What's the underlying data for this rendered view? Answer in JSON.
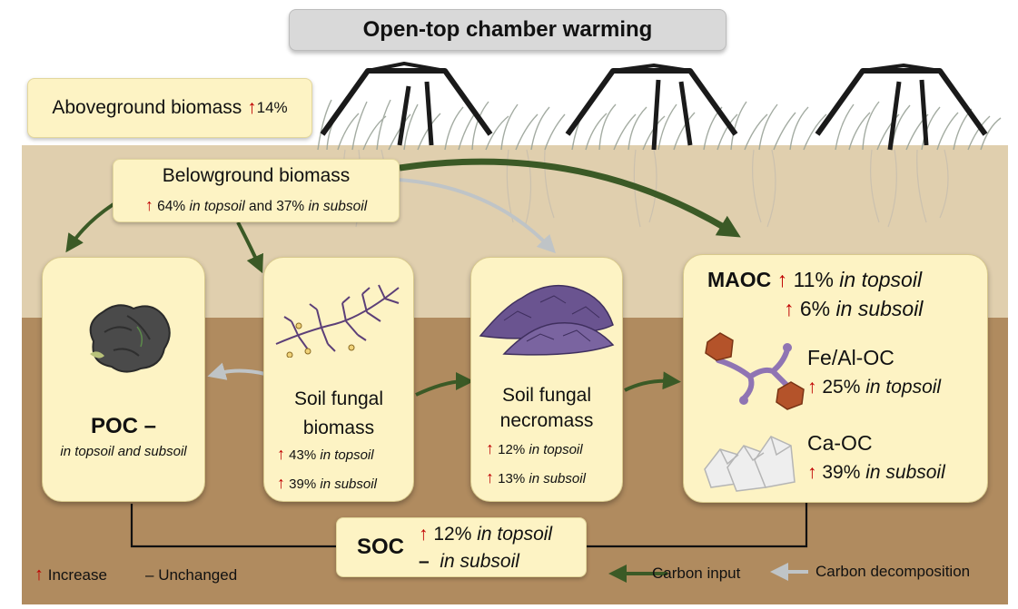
{
  "title": "Open-top chamber  warming",
  "aboveground": {
    "label": "Aboveground biomass",
    "arrow": "↑",
    "value": "14%"
  },
  "belowground": {
    "label": "Belowground biomass",
    "arrow": "↑",
    "top_value": "64%",
    "top_text": "in topsoil",
    "joiner": "and",
    "sub_value": "37%",
    "sub_text": "in subsoil"
  },
  "poc": {
    "name": "POC",
    "status": "–",
    "detail": "in topsoil and subsoil"
  },
  "fungal_biomass": {
    "line1": "Soil fungal",
    "line2": "biomass",
    "rows": [
      {
        "arrow": "↑",
        "value": "43%",
        "text": "in topsoil"
      },
      {
        "arrow": "↑",
        "value": "39%",
        "text": "in subsoil"
      }
    ]
  },
  "fungal_necromass": {
    "line1": "Soil fungal",
    "line2": "necromass",
    "rows": [
      {
        "arrow": "↑",
        "value": "12%",
        "text": "in topsoil"
      },
      {
        "arrow": "↑",
        "value": "13%",
        "text": "in subsoil"
      }
    ]
  },
  "maoc": {
    "name": "MAOC",
    "rows": [
      {
        "arrow": "↑",
        "value": "11%",
        "text": "in topsoil"
      },
      {
        "arrow": "↑",
        "value": "6%",
        "text": "in subsoil"
      }
    ],
    "feal": {
      "name": "Fe/Al-OC",
      "arrow": "↑",
      "value": "25%",
      "text": "in topsoil"
    },
    "ca": {
      "name": "Ca-OC",
      "arrow": "↑",
      "value": "39%",
      "text": "in subsoil"
    }
  },
  "soc": {
    "name": "SOC",
    "top": {
      "arrow": "↑",
      "value": "12%",
      "text": "in topsoil"
    },
    "sub": {
      "arrow": "–",
      "text": "in subsoil"
    }
  },
  "legend": {
    "increase_symbol": "↑",
    "increase_label": "Increase",
    "unchanged_symbol": "–",
    "unchanged_label": "Unchanged",
    "carbon_input": "Carbon input",
    "carbon_decomposition": "Carbon decomposition"
  },
  "colors": {
    "increase": "#c00000",
    "carbon_input_arrow": "#3b5a26",
    "decomposition_arrow": "#bfc4c7",
    "card_fill": "#fdf3c4",
    "topsoil": "#e0cfae",
    "subsoil": "#b08b5f"
  }
}
